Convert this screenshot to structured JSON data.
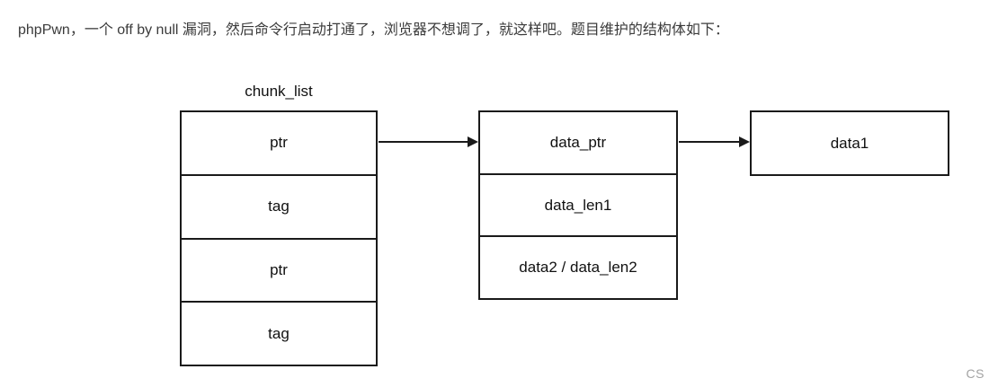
{
  "page": {
    "intro_text": "phpPwn，一个 off by null 漏洞，然后命令行启动打通了，浏览器不想调了，就这样吧。题目维护的结构体如下：",
    "watermark": "CS"
  },
  "diagram": {
    "chunk_list": {
      "label": "chunk_list",
      "cells": [
        "ptr",
        "tag",
        "ptr",
        "tag"
      ]
    },
    "chunk_struct": {
      "cells": [
        "data_ptr",
        "data_len1",
        "data2 / data_len2"
      ]
    },
    "data_box": {
      "label": "data1"
    },
    "arrows": [
      {
        "from": "chunk_list.ptr",
        "to": "chunk_struct.data_ptr"
      },
      {
        "from": "chunk_struct.data_ptr",
        "to": "data_box.data1"
      }
    ],
    "colors": {
      "background": "#ffffff",
      "border": "#1a1a1a",
      "box_text": "#111111",
      "intro_text": "#3b3b3b",
      "watermark": "#a3a3a3"
    }
  }
}
